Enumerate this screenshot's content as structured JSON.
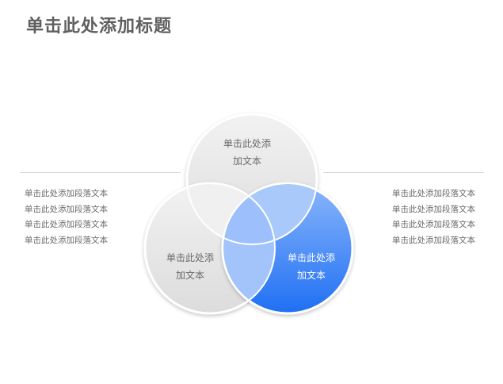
{
  "title": "单击此处添加标题",
  "circles": [
    {
      "id": "top",
      "line1": "单击此处添",
      "line2": "加文本"
    },
    {
      "id": "left",
      "line1": "单击此处添",
      "line2": "加文本"
    },
    {
      "id": "right",
      "line1": "单击此处添",
      "line2": "加文本"
    }
  ],
  "left_paragraph": [
    "单击此处添加段落文本",
    "单击此处添加段落文本",
    "单击此处添加段落文本",
    "单击此处添加段落文本"
  ],
  "right_paragraph": [
    "单击此处添加段落文本",
    "单击此处添加段落文本",
    "单击此处添加段落文本",
    "单击此处添加段落文本"
  ],
  "colors": {
    "title": "#5f5f5f",
    "gray_circle": "#e6e6e6",
    "blue_top": "#8ab6fb",
    "blue_bottom": "#1f6ff3",
    "overlap_blue": "#a8c8fb",
    "rule": "#d9d9d9"
  }
}
